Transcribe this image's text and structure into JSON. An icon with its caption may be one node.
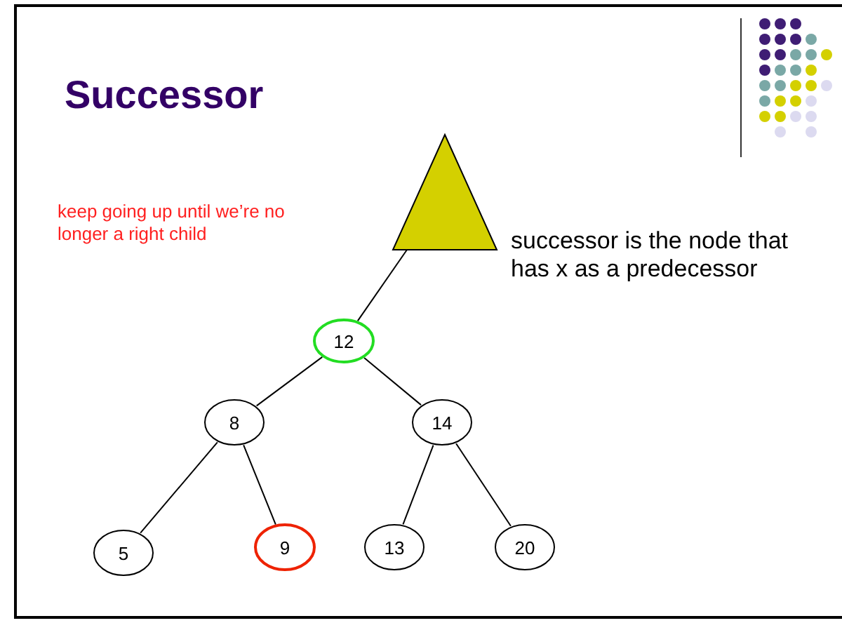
{
  "diagram": {
    "title": "Successor",
    "nodes": [
      {
        "text": [],
        "shape": "triangle"
      },
      {
        "text": [
          "12"
        ]
      },
      {
        "text": [
          "8"
        ]
      },
      {
        "text": [
          "14"
        ]
      },
      {
        "text": [
          "5"
        ]
      },
      {
        "text": [
          "9"
        ]
      },
      {
        "text": [
          "13"
        ]
      },
      {
        "text": [
          "20"
        ]
      }
    ],
    "edges": [
      {
        "from": 0,
        "to": 1,
        "arrow": "none"
      },
      {
        "from": 1,
        "to": 2,
        "arrow": "none"
      },
      {
        "from": 1,
        "to": 3,
        "arrow": "none"
      },
      {
        "from": 2,
        "to": 4,
        "arrow": "none"
      },
      {
        "from": 2,
        "to": 5,
        "arrow": "none"
      },
      {
        "from": 3,
        "to": 6,
        "arrow": "none"
      },
      {
        "from": 3,
        "to": 7,
        "arrow": "none"
      }
    ],
    "labels": [
      "keep going up until we’re no longer a right child",
      "successor is the node that has x as a predecessor"
    ]
  }
}
